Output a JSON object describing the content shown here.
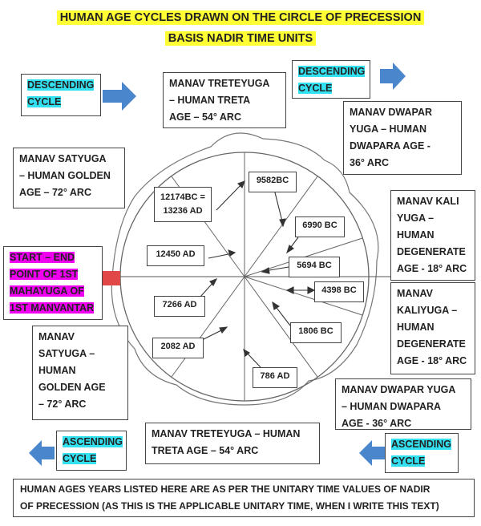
{
  "title": {
    "line1": "HUMAN AGE CYCLES DRAWN ON THE CIRCLE OF PRECESSION",
    "line2": "BASIS NADIR TIME UNITS"
  },
  "labels": {
    "descending_left": [
      "DESCENDING",
      "CYCLE"
    ],
    "descending_right": [
      "DESCENDING",
      "CYCLE"
    ],
    "ascending_left": [
      "ASCENDING",
      "CYCLE"
    ],
    "ascending_right": [
      "ASCENDING",
      "CYCLE"
    ],
    "start_end": [
      "START – END",
      "POINT OF 1ST",
      "MAHAYUGA OF",
      "1ST MANVANTAR"
    ]
  },
  "ages": {
    "treta_top": [
      "MANAV TRETEYUGA",
      "– HUMAN TRETA",
      "AGE –  54° ARC"
    ],
    "dwapar_upper": [
      "MANAV DWAPAR",
      "YUGA – HUMAN",
      "DWAPARA AGE -",
      "36° ARC"
    ],
    "satyuga_upper": [
      "MANAV SATYUGA",
      "– HUMAN GOLDEN",
      "AGE – 72° ARC"
    ],
    "kali_upper": [
      "MANAV KALI",
      "YUGA –",
      "HUMAN",
      "DEGENERATE",
      "AGE - 18° ARC"
    ],
    "kali_lower": [
      "MANAV",
      "KALIYUGA –",
      "HUMAN",
      "DEGENERATE",
      "AGE - 18° ARC"
    ],
    "satyuga_lower": [
      "MANAV",
      "SATYUGA –",
      "HUMAN",
      "GOLDEN AGE",
      "– 72° ARC"
    ],
    "dwapar_lower": [
      "MANAV DWAPAR YUGA",
      "– HUMAN DWAPARA",
      "AGE - 36° ARC"
    ],
    "treta_bottom": [
      "MANAV TRETEYUGA – HUMAN",
      "TRETA AGE –  54° ARC"
    ]
  },
  "years": {
    "y9582": "9582BC",
    "y12174": [
      "12174BC =",
      "13236 AD"
    ],
    "y6990": "6990 BC",
    "y12450": "12450 AD",
    "y5694": "5694 BC",
    "y4398": "4398 BC",
    "y7266": "7266 AD",
    "y1806": "1806 BC",
    "y2082": "2082 AD",
    "y786": "786 AD"
  },
  "footer": [
    "HUMAN AGES YEARS LISTED HERE ARE AS PER THE UNITARY TIME VALUES OF NADIR",
    "OF PRECESSION (AS THIS IS THE APPLICABLE UNITARY TIME, WHEN I WRITE THIS TEXT)"
  ],
  "colors": {
    "arrow_blue": "#4a86cc",
    "arrow_red": "#e04848",
    "highlight_cyan": "#33e0f0",
    "highlight_magenta": "#f000f0",
    "title_yellow": "#ffff33"
  }
}
